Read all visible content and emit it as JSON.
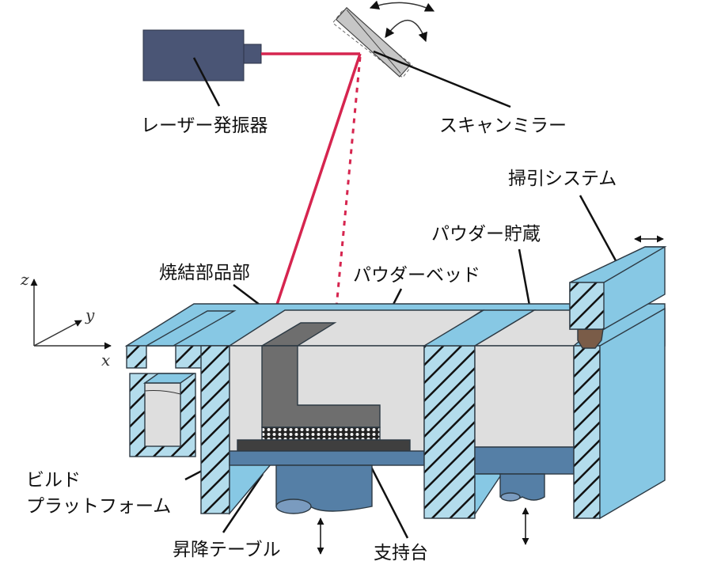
{
  "title": "Powder bed fusion (SLS) apparatus schematic",
  "labels": {
    "laser": "レーザー発振器",
    "mirror": "スキャンミラー",
    "sweep": "掃引システム",
    "storage": "パウダー貯蔵",
    "bed": "パウダーベッド",
    "part": "焼結部品部",
    "platform_line1": "ビルド",
    "platform_line2": "プラットフォーム",
    "lift": "昇降テーブル",
    "support": "支持台"
  },
  "axes": {
    "x": "x",
    "y": "y",
    "z": "z"
  },
  "colors": {
    "laser_beam": "#d6254f",
    "emitter": "#4a5575",
    "frame": "#87c8e4",
    "hatch_fill": "#b3dcec",
    "powder": "#dedede",
    "part": "#6e6e6e",
    "platform": "#3f3f3f",
    "table": "#557fa6",
    "mirror": "#c6c6c6",
    "blade": "#7a5c48"
  }
}
